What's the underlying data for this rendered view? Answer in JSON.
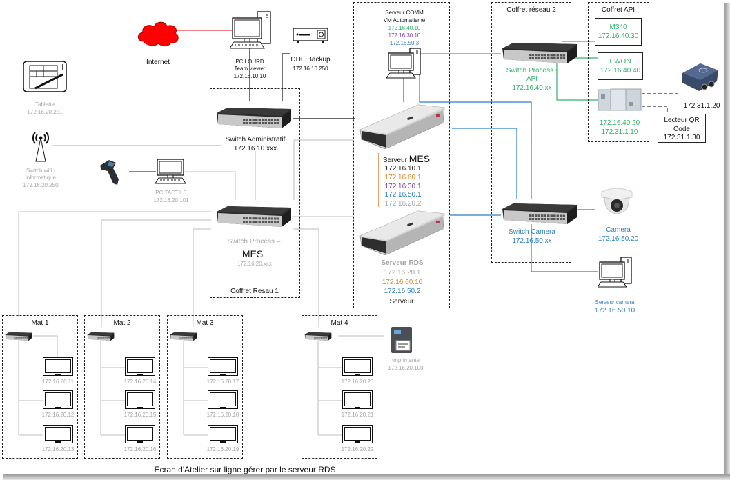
{
  "diagram": {
    "caption": "Ecran d'Atelier sur ligne  gérer par le serveur RDS",
    "colors": {
      "vlan_admin": "#111111",
      "vlan_process_mes": "#a6a6a6",
      "vlan_api": "#2eb46b",
      "vlan_30": "#7d3fa8",
      "vlan_camera": "#2f7fc0",
      "vlan_60": "#e0862a",
      "internet": "#e00000"
    },
    "internet": {
      "label": "Internet"
    },
    "tablette": {
      "name": "Tablette",
      "ip": "172.16.20.251"
    },
    "wifi": {
      "name1": "Switch wifi -",
      "name2": "informatique",
      "ip": "172.16.20.250"
    },
    "pc_lourd": {
      "name1": "PC LOURD",
      "name2": "Team viewer",
      "ip": "172.16.10.10"
    },
    "dde_backup": {
      "name": "DDE Backup",
      "ip": "172.16.10.250"
    },
    "pc_tactile": {
      "name": "PC TACTILE",
      "ip": "172.16.20.101"
    },
    "switch_admin": {
      "name": "Switch Administratif",
      "ip": "172.16.10.xxx"
    },
    "switch_process_mes": {
      "name1": "Switch Process –",
      "name2": "MES",
      "ip": "172.16.20.xxx"
    },
    "coffret_resau1": {
      "label": "Coffret Resau 1"
    },
    "serveur_group": {
      "label": "Serveur"
    },
    "serveur_comm": {
      "name1": "Serveur COMM",
      "name2": "VM Automatisme",
      "ips": [
        "172.16.40.10",
        "172.16.30.10",
        "172.16.50.3"
      ]
    },
    "serveur_mes": {
      "prefix": "Serveur",
      "name": "MES",
      "ips": [
        "172.16.10.1",
        "172.16.60.1",
        "172.16.30.1",
        "172.16.50.1",
        "172.16.20.2"
      ]
    },
    "serveur_rds": {
      "name": "Serveur RDS",
      "ips": [
        "172.16.20.1",
        "172.16.60.10",
        "172.16.50.2"
      ]
    },
    "coffret_reseau2": {
      "label": "Coffret réseau 2"
    },
    "switch_process_api": {
      "name1": "Switch Process -",
      "name2": "API",
      "ip": "172.16.40.xx"
    },
    "switch_camera": {
      "name": "Switch Camera",
      "ip": "172.16.50.xx"
    },
    "coffret_api": {
      "label": "Coffret API"
    },
    "m340": {
      "name": "M340",
      "ip": "172.16.40.30"
    },
    "ewon": {
      "name": "EWON",
      "ip": "172.16.40.40"
    },
    "plc": {
      "ips": [
        "172.16.40.20",
        "172.31.1.10"
      ]
    },
    "sensor": {
      "ip": "172.31.1.20"
    },
    "qr_reader": {
      "name1": "Lecteur QR",
      "name2": "Code",
      "ip": "172.31.1.30"
    },
    "camera": {
      "name": "Camera",
      "ip": "172.16.50.20"
    },
    "serveur_camera": {
      "name": "Serveur camera",
      "ip": "172.16.50.10"
    },
    "imprimante": {
      "name": "Imprimante",
      "ip": "172.16.20.100"
    },
    "mats": [
      {
        "label": "Mat 1",
        "screens": [
          "172.16.20.11",
          "172.16.20.12",
          "172.16.20.13"
        ]
      },
      {
        "label": "Mat 2",
        "screens": [
          "172.16.20.14",
          "172.16.20.15",
          "172.16.20.16"
        ]
      },
      {
        "label": "Mat 3",
        "screens": [
          "172.16.20.17",
          "172.16.20.18",
          "172.16.20.19"
        ]
      },
      {
        "label": "Mat 4",
        "screens": [
          "172.16.20.20",
          "172.16.20.21",
          "172.16.20.22"
        ]
      }
    ]
  }
}
